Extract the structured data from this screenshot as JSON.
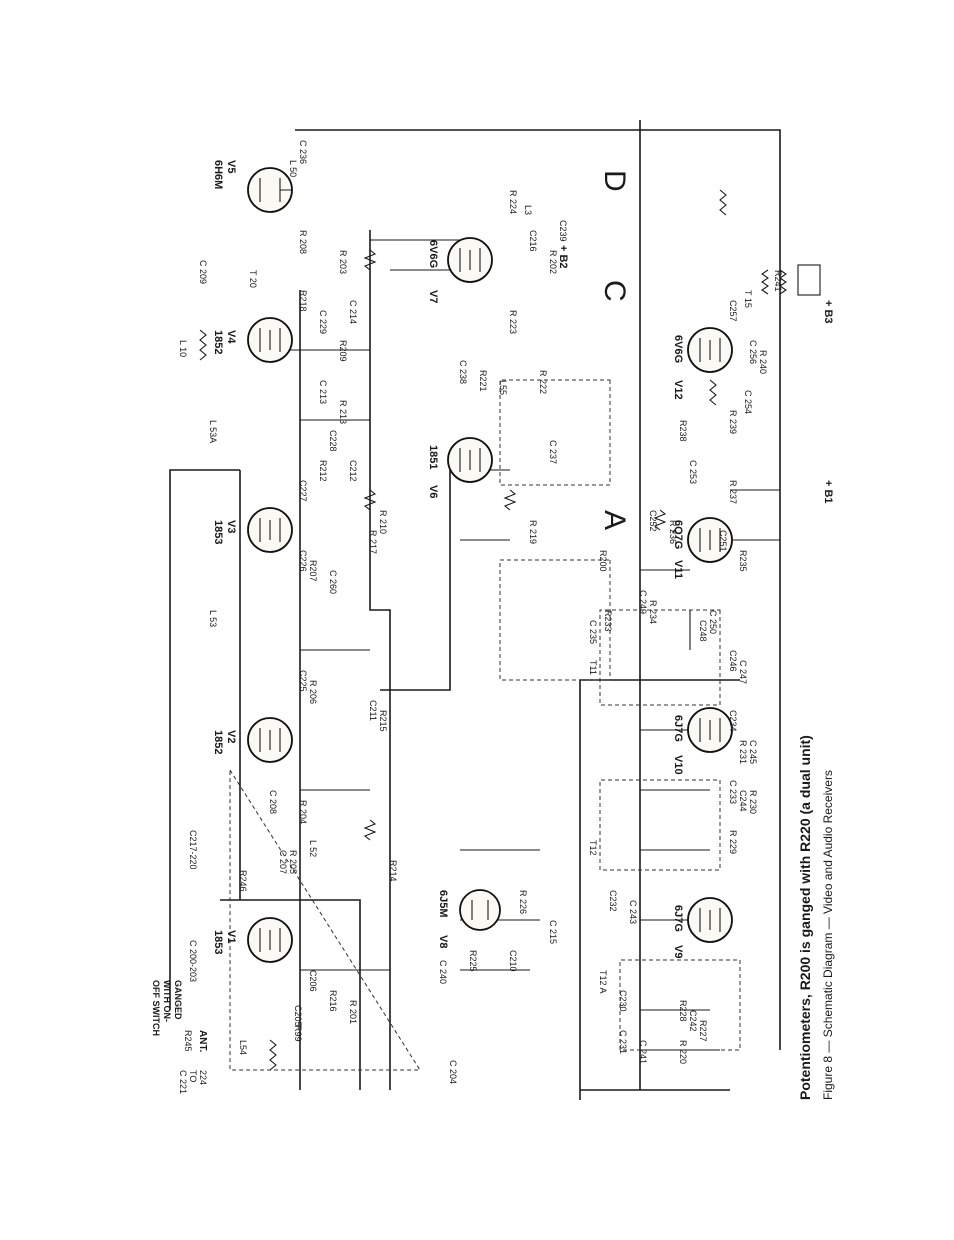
{
  "caption": {
    "main": "Potentiometers, R200 is ganged with R220 (a dual unit)",
    "sub": "Figure 8 — Schematic Diagram — Video and Audio Receivers"
  },
  "outputs": {
    "a": "A",
    "c": "C",
    "d": "D"
  },
  "supplies": {
    "b1": "+ B1",
    "b2": "+ B2",
    "b3": "+ B3"
  },
  "antenna": "ANT.",
  "switch_note": [
    "GANGED",
    "WITH ON-",
    "OFF SWITCH"
  ],
  "tubes": [
    {
      "ref": "V1",
      "type": "1853"
    },
    {
      "ref": "V2",
      "type": "1852"
    },
    {
      "ref": "V3",
      "type": "1853"
    },
    {
      "ref": "V4",
      "type": "1852"
    },
    {
      "ref": "V5",
      "type": "6H6M"
    },
    {
      "ref": "V6",
      "type": "1851"
    },
    {
      "ref": "V7",
      "type": "6V6G"
    },
    {
      "ref": "V8",
      "type": "6J5M"
    },
    {
      "ref": "V9",
      "type": "6J7G"
    },
    {
      "ref": "V10",
      "type": "6J7G"
    },
    {
      "ref": "V11",
      "type": "6Q7G"
    },
    {
      "ref": "V12",
      "type": "6V6G"
    }
  ],
  "labels": {
    "c200_203": "C 200-203",
    "r245": "R245",
    "l54": "L54",
    "r99": "R99",
    "c205": "C205",
    "c206": "C206",
    "r216": "R216",
    "r201": "R 201",
    "r246": "R246",
    "c217_220": "C217-220",
    "c207": "C 207",
    "r205": "R 205",
    "l52": "L 52",
    "r214a": "R214",
    "c208": "C 208",
    "r204": "R 204",
    "c211": "C211",
    "r215": "R215",
    "l53": "L 53",
    "c225": "C225",
    "r206": "R 206",
    "c226": "C226",
    "r207": "R207",
    "c260": "C 260",
    "r217": "R 217",
    "r210": "R 210",
    "l53a": "L 53A",
    "c227": "C227",
    "r212": "R212",
    "c228": "C228",
    "c212": "C212",
    "r213": "R 213",
    "c213": "C 213",
    "r209": "R209",
    "c214": "C 214",
    "r218": "R218",
    "c229": "C 229",
    "l10": "L 10",
    "c209": "C 209",
    "t20": "T 20",
    "r208": "R 208",
    "r203": "R 203",
    "l50": "L 50",
    "c236": "C 236",
    "r219": "R 219",
    "c237": "C 237",
    "r221": "R221",
    "l55": "L55",
    "c238": "C 238",
    "r222": "R 222",
    "r223": "R 223",
    "r224": "R 224",
    "l3": "L3",
    "c216": "C216",
    "c239": "C239",
    "r202": "R 202",
    "c221_224": [
      "C 221",
      "TO",
      "224"
    ],
    "c240": "C 240",
    "r225": "R225",
    "c210": "C210",
    "r226": "R 226",
    "c215": "C 215",
    "c204": "C 204",
    "t12a": "T12 A",
    "c230": "C230",
    "c231": "C 231",
    "c241": "C 241",
    "r220": "R 220",
    "r228": "R228",
    "c242": "C242",
    "r227": "R227",
    "c232": "C232",
    "c243": "C 243",
    "t12": "T12",
    "r229": "R 229",
    "c233": "C 233",
    "c244": "C244",
    "r230": "R 230",
    "c234": "C234",
    "r231": "R 231",
    "c245": "C 245",
    "t11": "T11",
    "c246": "C246",
    "c247": "C 247",
    "c235": "C 235",
    "r233": "R233",
    "r200": "R200",
    "c249": "C 249",
    "r234": "R 234",
    "c248": "C248",
    "c250": "C 250",
    "c252": "C252",
    "r236": "R 236",
    "c251": "C251",
    "r235": "R235",
    "r237": "R 237",
    "c253": "C 253",
    "r238": "R238",
    "r239": "R 239",
    "c254": "C 254",
    "c256": "C 256",
    "r240": "R 240",
    "c257": "C257",
    "t15": "T 15",
    "r241": "R241"
  },
  "colors": {
    "ink": "#1a1a1a",
    "paper": "#ffffff"
  }
}
